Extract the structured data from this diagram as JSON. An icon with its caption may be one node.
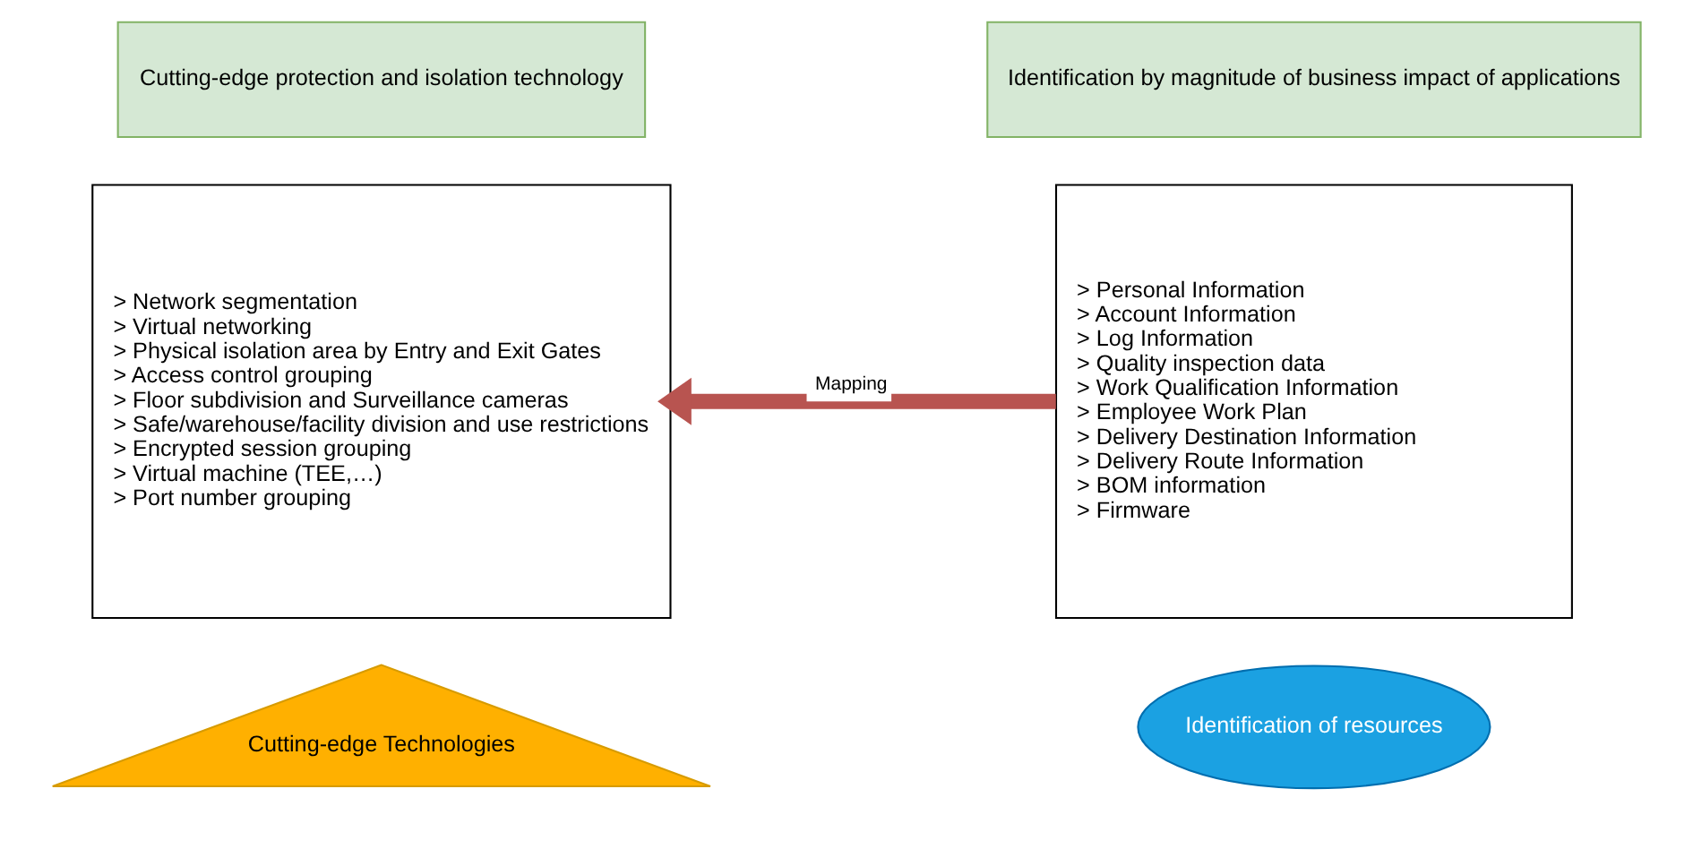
{
  "diagram": {
    "nodes": [
      {
        "text": [
          "Cutting-edge protection and isolation technology"
        ]
      },
      {
        "text": [
          "> Network segmentation",
          "> Virtual networking",
          "> Physical isolation area by Entry and Exit Gates",
          "> Access control grouping",
          "> Floor subdivision and Surveillance cameras",
          "> Safe/warehouse/facility division and use restrictions",
          "> Encrypted session grouping",
          "> Virtual machine (TEE,…)",
          "> Port number grouping"
        ]
      },
      {
        "text": [
          "Identification by magnitude of business impact of applications"
        ]
      },
      {
        "text": [
          "> Personal Information",
          "> Account Information",
          "> Log Information",
          "> Quality inspection data",
          "> Work Qualification Information",
          "> Employee Work Plan",
          "> Delivery Destination Information",
          "> Delivery Route Information",
          "> BOM information",
          "> Firmware"
        ]
      },
      {
        "text": [
          "Cutting-edge Technologies"
        ]
      },
      {
        "text": [
          "Identification of resources"
        ]
      }
    ],
    "edges": [
      {
        "from": 3,
        "to": 1,
        "arrow": "to",
        "label": "Mapping"
      }
    ]
  }
}
